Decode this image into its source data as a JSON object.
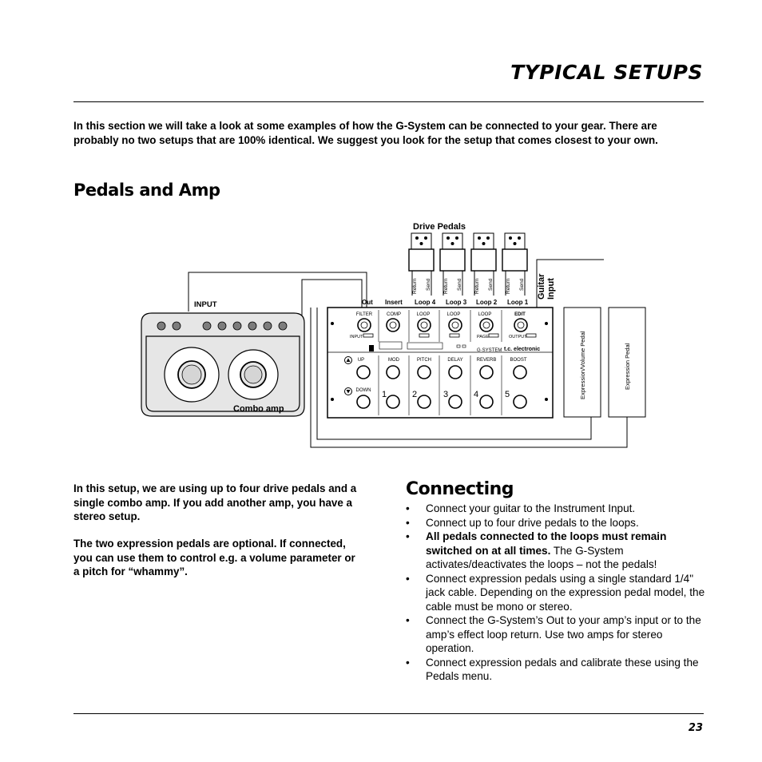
{
  "header": {
    "title": "TYPICAL SETUPS"
  },
  "intro": "In this section we will take a look at some examples of how the G-System can be connected to your gear. There are probably no two setups that are 100% identical. We suggest you look for the setup that comes closest to your own.",
  "section1": {
    "heading": "Pedals and Amp"
  },
  "diagram": {
    "drive_pedals_label": "Drive Pedals",
    "return_label": "Return",
    "send_label": "Send",
    "guitar_input_label": "Guitar Input",
    "input_label": "INPUT",
    "combo_amp_label": "Combo amp",
    "jack_labels": [
      "Out",
      "Insert",
      "Loop 4",
      "Loop 3",
      "Loop 2",
      "Loop 1"
    ],
    "expression_volume_label": "Expression/Volume Pedal",
    "expression_label": "Expression Pedal",
    "unit": {
      "top_labels": [
        "FILTER",
        "COMP",
        "LOOP",
        "LOOP",
        "LOOP",
        "EDIT"
      ],
      "input_label": "INPUT",
      "page_label": "PAGE",
      "output_label": "OUTPUT",
      "brand_label": "G·SYSTEM",
      "maker_label": "t.c. electronic",
      "bottom_labels": [
        "UP",
        "MOD",
        "PITCH",
        "DELAY",
        "REVERB",
        "BOOST"
      ],
      "down_label": "DOWN",
      "numbers": [
        "1",
        "2",
        "3",
        "4",
        "5"
      ]
    }
  },
  "left_text": {
    "para1": "In this setup, we are using up to four drive pedals and a single combo amp. If you add another amp, you have a stereo setup.",
    "para2": "The two expression pedals are optional. If connected, you can use them to control e.g. a volume parameter or a pitch for “whammy”."
  },
  "connecting": {
    "heading": "Connecting",
    "bullets": [
      {
        "bold": "",
        "text": "Connect your guitar to the Instrument Input."
      },
      {
        "bold": "",
        "text": "Connect up to four drive pedals to the loops."
      },
      {
        "bold": "All pedals connected to the loops must remain switched on at all times.",
        "text": " The G-System activates/deactivates the loops – not the pedals!"
      },
      {
        "bold": "",
        "text": "Connect expression pedals using a single standard 1/4\" jack cable. Depending on the expression pedal model, the cable must be mono or stereo."
      },
      {
        "bold": "",
        "text": "Connect the G-System’s Out to your amp’s input or to the amp’s effect loop return. Use two amps for stereo operation."
      },
      {
        "bold": "",
        "text": "Connect expression pedals and calibrate these using the Pedals menu."
      }
    ]
  },
  "footer": {
    "page_number": "23"
  }
}
